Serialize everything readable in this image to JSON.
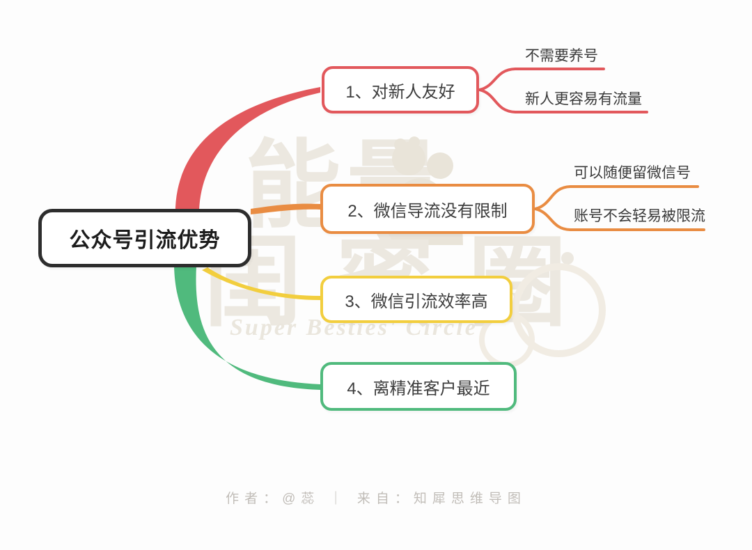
{
  "page": {
    "canvas_bg": "#fdfdfd"
  },
  "watermark": {
    "title_line1": "能量",
    "title_line2": "闺蜜圈",
    "subtitle": "Super Besties' Circle",
    "color": "#ece8e0"
  },
  "mindmap": {
    "root": {
      "label": "公众号引流优势",
      "color": "#2d2d2d"
    },
    "branches": [
      {
        "label": "1、对新人友好",
        "color": "#e2585c",
        "children": [
          {
            "label": "不需要养号"
          },
          {
            "label": "新人更容易有流量"
          }
        ]
      },
      {
        "label": "2、微信导流没有限制",
        "color": "#e98c42",
        "children": [
          {
            "label": "可以随便留微信号"
          },
          {
            "label": "账号不会轻易被限流"
          }
        ]
      },
      {
        "label": "3、微信引流效率高",
        "color": "#f2ce3e",
        "children": []
      },
      {
        "label": "4、离精准客户最近",
        "color": "#50ba7d",
        "children": []
      }
    ]
  },
  "footer": {
    "credit": "作者：@蕊 ｜ 来自：知犀思维导图"
  }
}
